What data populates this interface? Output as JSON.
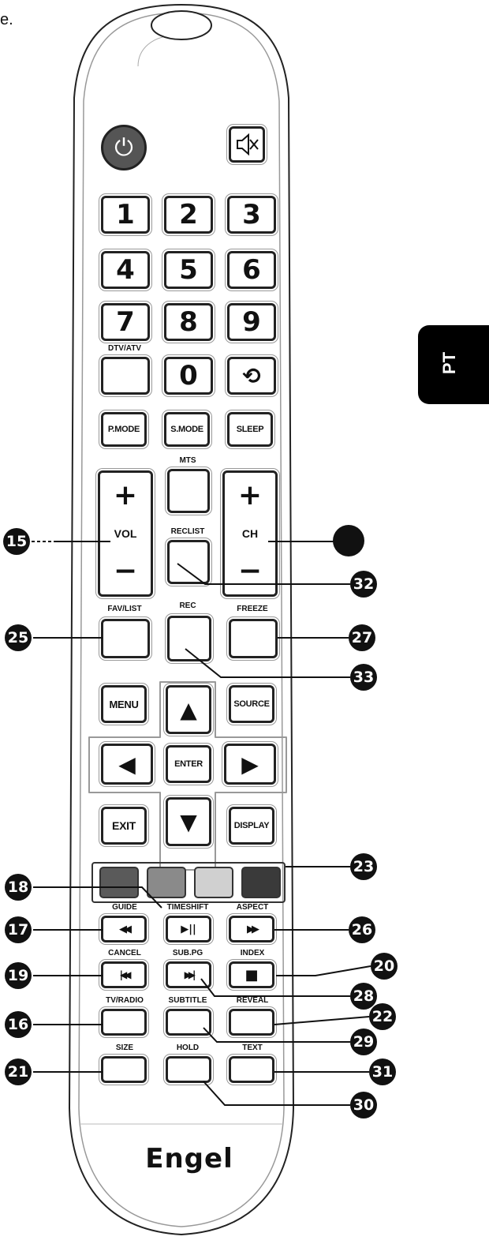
{
  "stray_text": "e.",
  "brand": "Engel",
  "side_tab": "PT",
  "numbers": [
    "1",
    "2",
    "3",
    "4",
    "5",
    "6",
    "7",
    "8",
    "9",
    "0"
  ],
  "labels": {
    "dtv_atv": "DTV/ATV",
    "p_mode": "P.MODE",
    "s_mode": "S.MODE",
    "sleep": "SLEEP",
    "mts": "MTS",
    "vol": "VOL",
    "reclist": "RECLIST",
    "ch": "CH",
    "fav_list": "FAV/LIST",
    "rec": "REC",
    "freeze": "FREEZE",
    "menu": "MENU",
    "source": "SOURCE",
    "enter": "ENTER",
    "exit": "EXIT",
    "display": "DISPLAY",
    "guide": "GUIDE",
    "timeshift": "TIMESHIFT",
    "aspect": "ASPECT",
    "cancel": "CANCEL",
    "sub_pg": "SUB.PG",
    "index": "INDEX",
    "tv_radio": "TV/RADIO",
    "subtitle": "SUBTITLE",
    "reveal": "REVEAL",
    "size": "SIZE",
    "hold": "HOLD",
    "text": "TEXT",
    "plus": "+",
    "minus": "−"
  },
  "glyphs": {
    "power": "⏻",
    "mute": "🔇",
    "recall": "⟲",
    "up": "▲",
    "down": "▼",
    "left": "◀",
    "right": "▶",
    "rewind": "◀◀",
    "play_pause": "▶||",
    "forward": "▶▶",
    "prev": "|◀◀",
    "next": "▶▶|",
    "stop": "■"
  },
  "callouts": {
    "c15": "15",
    "c32": "32",
    "c25": "25",
    "c27": "27",
    "c33": "33",
    "c23": "23",
    "c18": "18",
    "c17": "17",
    "c26": "26",
    "c19": "19",
    "c20": "20",
    "c28": "28",
    "c16": "16",
    "c22": "22",
    "c29": "29",
    "c21": "21",
    "c31": "31",
    "c30": "30"
  },
  "colors": {
    "red_key": "#5a5a5a",
    "green_key": "#8a8a8a",
    "yellow_key": "#d0d0d0",
    "blue_key": "#3a3a3a"
  }
}
